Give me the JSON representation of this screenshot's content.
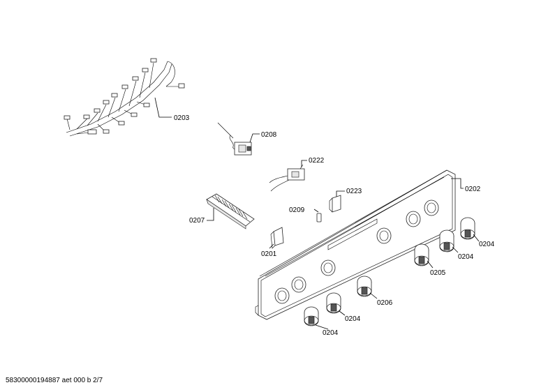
{
  "labels": {
    "l0203": "0203",
    "l0208": "0208",
    "l0222": "0222",
    "l0223": "0223",
    "l0202": "0202",
    "l0209": "0209",
    "l0207": "0207",
    "l0201": "0201",
    "l0204a": "0204",
    "l0204b": "0204",
    "l0205": "0205",
    "l0206": "0206",
    "l0204c": "0204",
    "l0204d": "0204"
  },
  "footer": "58300000194887 aet 000 b 2/7"
}
